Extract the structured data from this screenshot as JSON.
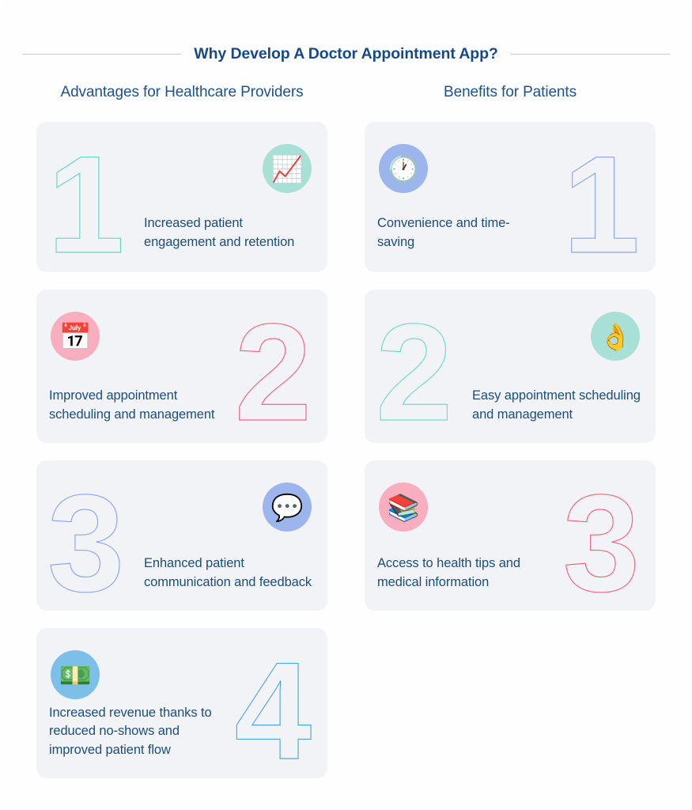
{
  "header": {
    "title": "Why Develop A Doctor Appointment App?"
  },
  "columns": [
    {
      "title": "Advantages for Healthcare Providers",
      "cards": [
        {
          "number": "1",
          "text": "Increased patient engagement and retention",
          "icon": "chart-increasing-icon",
          "icon_glyph": "📈",
          "icon_bg": "#a9e0d6",
          "numeral_color": "#62d6cb",
          "numeral_side": "left",
          "icon_side": "top-right"
        },
        {
          "number": "2",
          "text": "Improved appointment scheduling and management",
          "icon": "calendar-icon",
          "icon_glyph": "📅",
          "icon_bg": "#f9aec0",
          "numeral_color": "#f4627f",
          "numeral_side": "right",
          "icon_side": "top-left"
        },
        {
          "number": "3",
          "text": "Enhanced patient communication and feedback",
          "icon": "speech-balloon-icon",
          "icon_glyph": "💬",
          "icon_bg": "#9cb5ec",
          "numeral_color": "#8aa6ec",
          "numeral_side": "left",
          "icon_side": "top-right"
        },
        {
          "number": "4",
          "text": "Increased revenue thanks to reduced no-shows and improved patient flow",
          "icon": "banknote-icon",
          "icon_glyph": "💵",
          "icon_bg": "#7cc0ea",
          "numeral_color": "#4fa5e0",
          "numeral_side": "right",
          "icon_side": "top-left"
        }
      ]
    },
    {
      "title": "Benefits for Patients",
      "cards": [
        {
          "number": "1",
          "text": "Convenience and time-saving",
          "icon": "clock-icon",
          "icon_glyph": "🕐",
          "icon_bg": "#9cb5ec",
          "numeral_color": "#8aa6ec",
          "numeral_side": "right",
          "icon_side": "top-left"
        },
        {
          "number": "2",
          "text": "Easy appointment scheduling and management",
          "icon": "ok-hand-icon",
          "icon_glyph": "👌",
          "icon_bg": "#a9e0d6",
          "numeral_color": "#6fd8cc",
          "numeral_side": "left",
          "icon_side": "top-right"
        },
        {
          "number": "3",
          "text": "Access to health tips and medical information",
          "icon": "books-icon",
          "icon_glyph": "📚",
          "icon_bg": "#f9aec0",
          "numeral_color": "#f4627f",
          "numeral_side": "right",
          "icon_side": "top-left"
        }
      ]
    }
  ],
  "colors": {
    "title": "#174a85",
    "column_title": "#1f5288",
    "body_text": "#1d4e78",
    "card_bg": "#f2f3f6",
    "page_bg": "#fefefe",
    "rule": "#c3cddd"
  }
}
